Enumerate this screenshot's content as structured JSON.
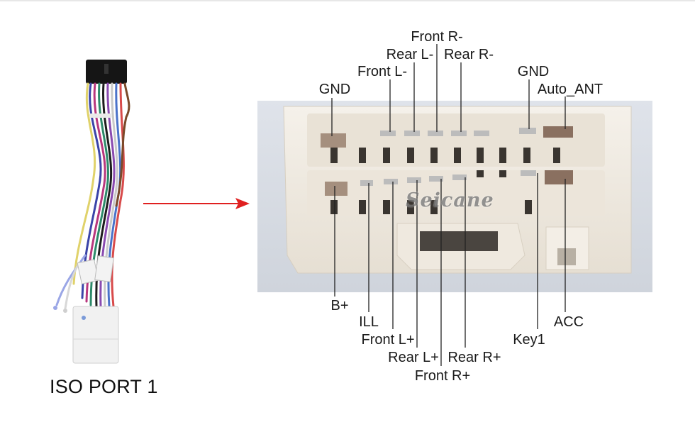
{
  "port_title": "ISO PORT 1",
  "watermark": "Seicane",
  "colors": {
    "arrow": "#e02020",
    "leader": "#222222",
    "connector": "#f1ece3"
  },
  "labels": {
    "front_r_minus": "Front R-",
    "rear_l_minus": "Rear L-",
    "rear_r_minus": "Rear R-",
    "front_l_minus": "Front L-",
    "gnd_left": "GND",
    "gnd_right": "GND",
    "auto_ant": "Auto_ANT",
    "b_plus": "B+",
    "ill": "ILL",
    "front_l_plus": "Front L+",
    "rear_l_plus": "Rear L+",
    "front_r_plus": "Front R+",
    "rear_r_plus": "Rear R+",
    "key1": "Key1",
    "acc": "ACC"
  }
}
